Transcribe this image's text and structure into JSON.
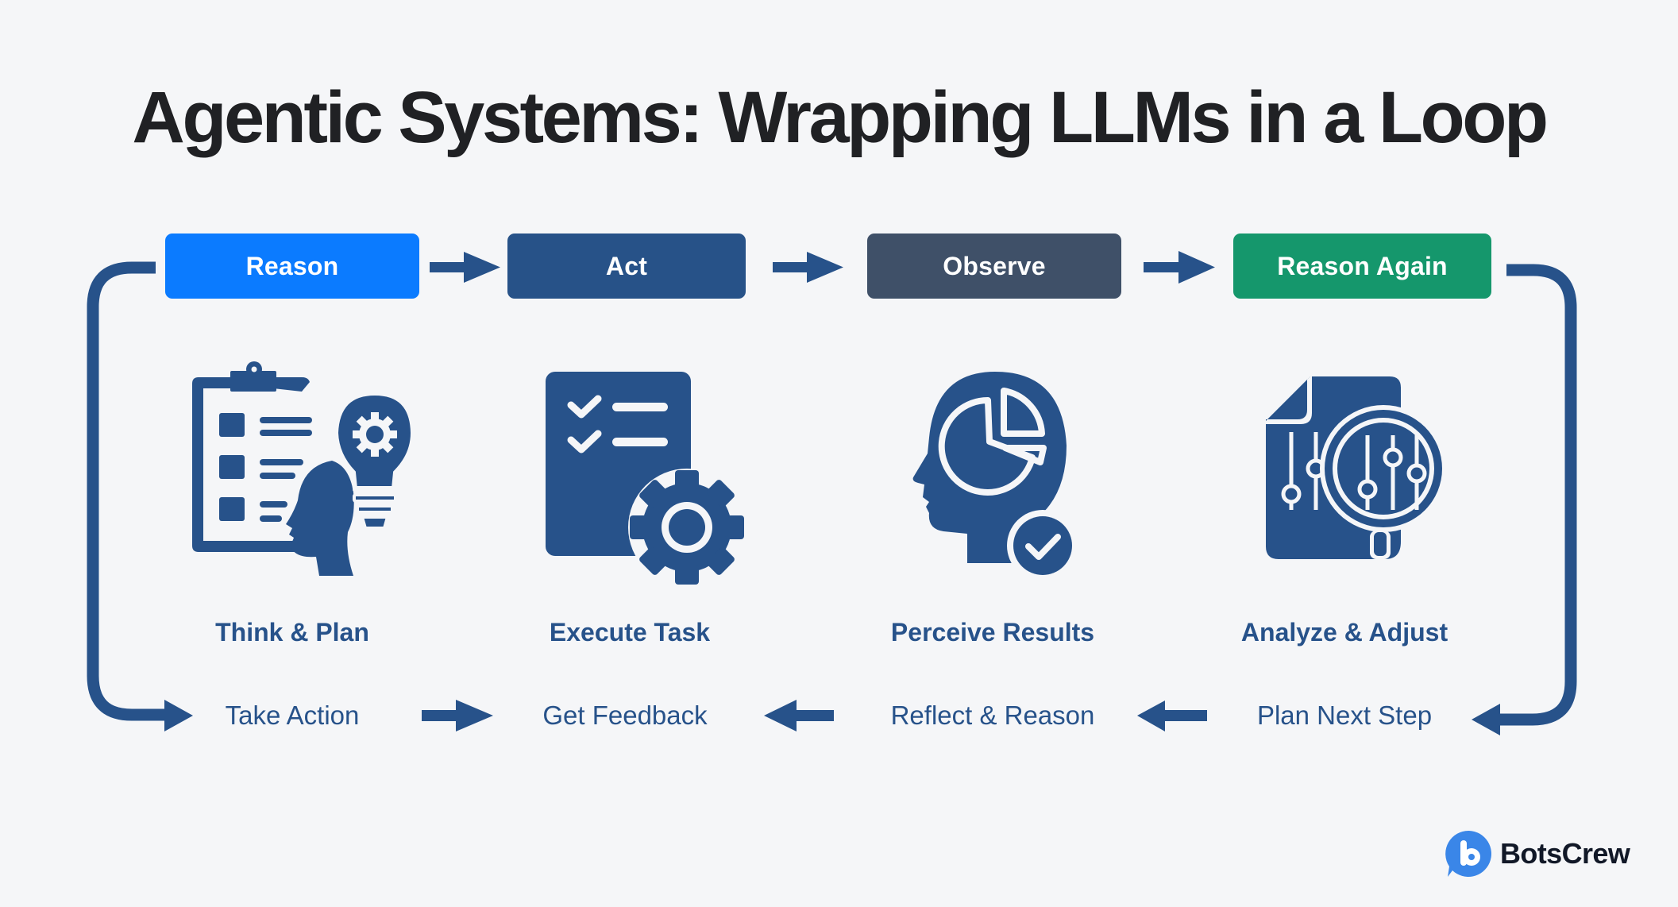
{
  "title": "Agentic Systems: Wrapping LLMs in a Loop",
  "stages": [
    {
      "label": "Reason",
      "color": "#0b7bff",
      "icon": "clipboard-lightbulb-head-icon",
      "primary": "Think & Plan",
      "secondary": "Take Action"
    },
    {
      "label": "Act",
      "color": "#275288",
      "icon": "checklist-gear-icon",
      "primary": "Execute Task",
      "secondary": "Get Feedback"
    },
    {
      "label": "Observe",
      "color": "#3f5068",
      "icon": "head-pie-chart-check-icon",
      "primary": "Perceive Results",
      "secondary": "Reflect & Reason"
    },
    {
      "label": "Reason Again",
      "color": "#15976c",
      "icon": "document-sliders-magnifier-icon",
      "primary": "Analyze & Adjust",
      "secondary": "Plan Next Step"
    }
  ],
  "colors": {
    "background": "#f5f6f8",
    "arrow": "#27528a",
    "icon": "#27528a",
    "label": "#27528a",
    "title": "#202124",
    "brand_accent": "#3a86e8"
  },
  "brand": {
    "name": "BotsCrew",
    "logo_glyph": "b"
  }
}
